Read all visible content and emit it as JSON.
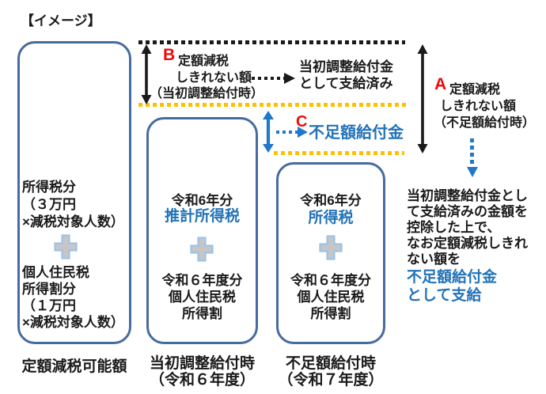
{
  "title": "【イメージ】",
  "colors": {
    "box_border": "#466b9e",
    "blue_text": "#2272b8",
    "arrow_blue": "#1f78c8",
    "marker_red": "#ee0a0a",
    "yellow_dots": "#ffc000",
    "plus_fill": "#c6c6c6",
    "plus_border": "#9dc3e6"
  },
  "columns": {
    "possible": {
      "income_tax_text": "所得税分\n（３万円\n×減税対象人数）",
      "resident_tax_text": "個人住民税\n所得割分\n（１万円\n×減税対象人数）",
      "caption": "定額減税可能額"
    },
    "initial": {
      "year_label": "令和6年分",
      "tax_label": "推計所得税",
      "resident_text": "令和６年度分\n個人住民税\n所得割",
      "caption_line1": "当初調整給付時",
      "caption_line2": "（令和６年度）"
    },
    "shortfall": {
      "year_label": "令和6年分",
      "tax_label": "所得税",
      "resident_text": "令和６年度分\n個人住民税\n所得割",
      "caption_line1": "不足額給付時",
      "caption_line2": "（令和７年度）"
    }
  },
  "icons": {
    "plus": "plus-icon"
  },
  "annotations": {
    "b": {
      "letter": "B",
      "line1": "定額減税",
      "line2": "しきれない額",
      "line3": "（当初調整給付時）"
    },
    "paid_note": "当初調整給付金\nとして支給済み",
    "a": {
      "letter": "A",
      "line1": "定額減税",
      "line2": "しきれない額",
      "line3": "（不足額給付時）"
    },
    "c": {
      "letter": "C",
      "label": "不足額給付金"
    },
    "right_note_black": "当初調整給付金とし\nて支給済みの金額を\n控除した上で、\nなお定額減税しきれ\nない額を",
    "right_note_blue": "不足額給付金\nとして支給"
  }
}
